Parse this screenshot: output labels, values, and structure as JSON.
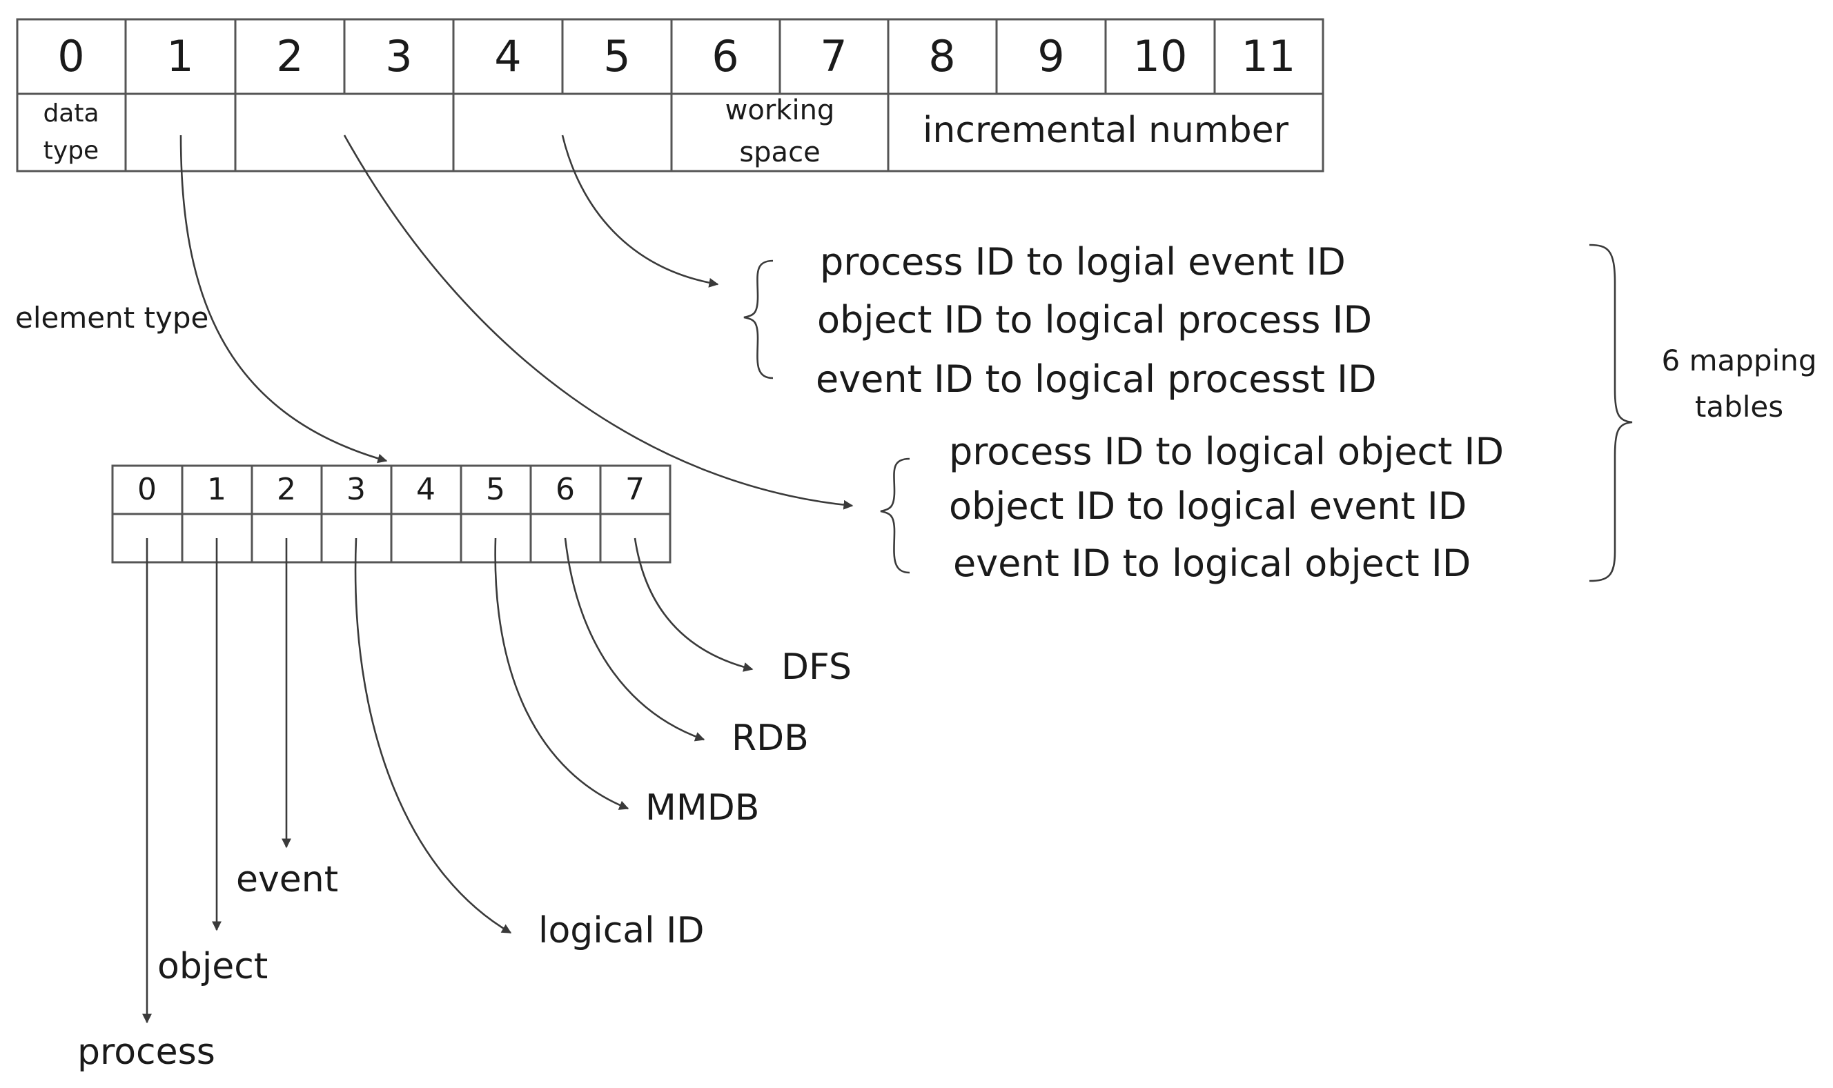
{
  "top_register": {
    "bit_labels": [
      "0",
      "1",
      "2",
      "3",
      "4",
      "5",
      "6",
      "7",
      "8",
      "9",
      "10",
      "11"
    ],
    "fields": {
      "data_type": [
        "data",
        "type"
      ],
      "working_space": [
        "working",
        "space"
      ],
      "incremental_number": "incremental number"
    }
  },
  "element_type_label": "element type",
  "element_register": {
    "bit_labels": [
      "0",
      "1",
      "2",
      "3",
      "4",
      "5",
      "6",
      "7"
    ]
  },
  "element_bits": {
    "process": "process",
    "object": "object",
    "event": "event",
    "logical_id": "logical ID",
    "mmdb": "MMDB",
    "rdb": "RDB",
    "dfs": "DFS"
  },
  "mapping_group_a": [
    "process ID to logial event ID",
    "object ID to logical process ID",
    "event ID to logical processt ID"
  ],
  "mapping_group_b": [
    "process ID to logical object ID",
    "object ID to logical event ID",
    "event ID to logical object ID"
  ],
  "mapping_summary": [
    "6 mapping",
    "tables"
  ]
}
